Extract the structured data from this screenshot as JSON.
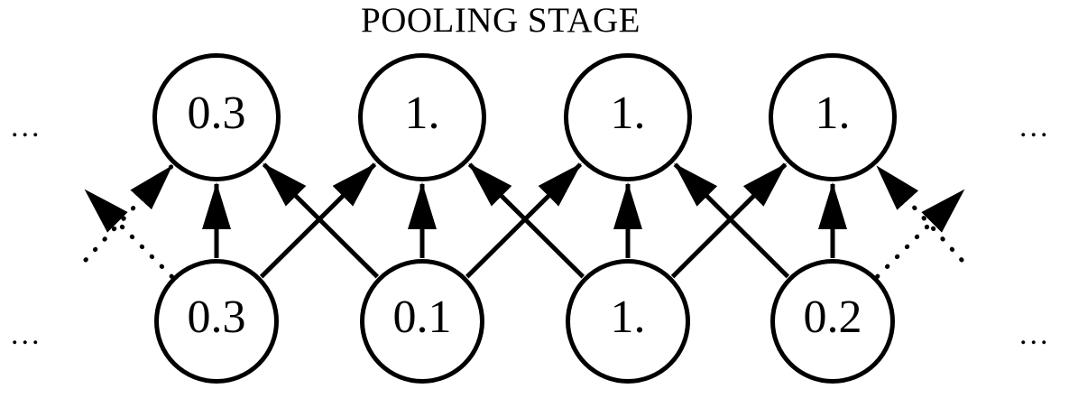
{
  "title": "POOLING STAGE",
  "ellipsis": "...",
  "colors": {
    "ink": "#000000",
    "background": "#ffffff"
  },
  "graph": {
    "pooling_values": [
      "0.3",
      "1.",
      "1.",
      "1."
    ],
    "input_values": [
      "0.3",
      "0.1",
      "1.",
      "0.2"
    ],
    "edges": [
      {
        "from": "input-0",
        "to": "pool-0",
        "style": "solid"
      },
      {
        "from": "input-1",
        "to": "pool-1",
        "style": "solid"
      },
      {
        "from": "input-2",
        "to": "pool-2",
        "style": "solid"
      },
      {
        "from": "input-3",
        "to": "pool-3",
        "style": "solid"
      },
      {
        "from": "input-0",
        "to": "pool-1",
        "style": "solid"
      },
      {
        "from": "input-1",
        "to": "pool-2",
        "style": "solid"
      },
      {
        "from": "input-2",
        "to": "pool-3",
        "style": "solid"
      },
      {
        "from": "input-1",
        "to": "pool-0",
        "style": "solid"
      },
      {
        "from": "input-2",
        "to": "pool-1",
        "style": "solid"
      },
      {
        "from": "input-3",
        "to": "pool-2",
        "style": "solid"
      },
      {
        "from": "input-0",
        "to": "offscreen-top-left",
        "style": "dotted"
      },
      {
        "from": "offscreen-bottom-left",
        "to": "pool-0",
        "style": "dotted"
      },
      {
        "from": "input-3",
        "to": "offscreen-top-right",
        "style": "dotted"
      },
      {
        "from": "offscreen-bottom-right",
        "to": "pool-3",
        "style": "dotted"
      }
    ]
  }
}
